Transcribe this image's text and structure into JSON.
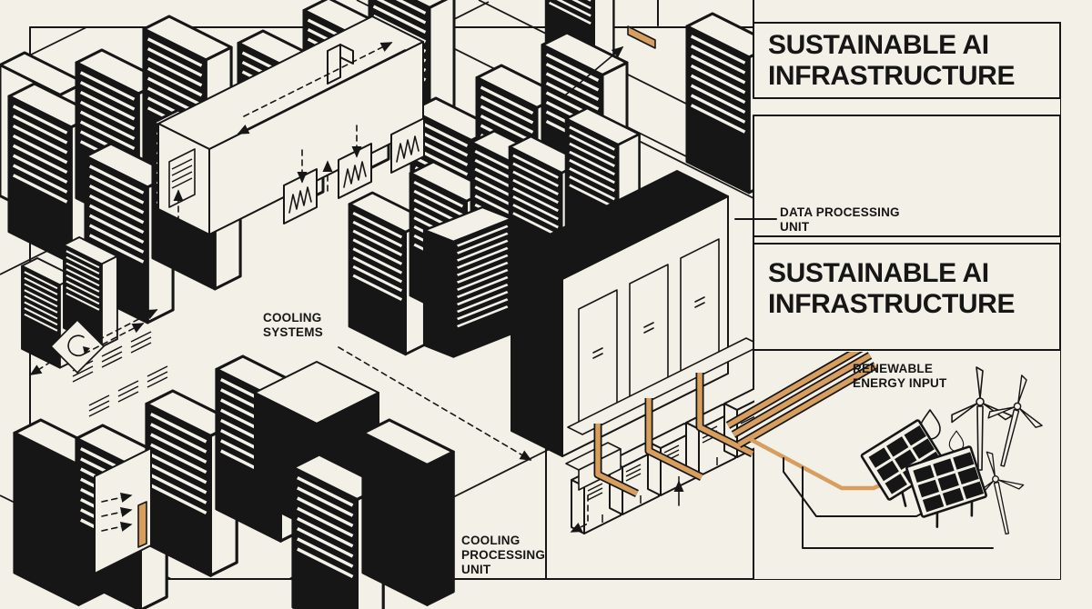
{
  "panel": {
    "title_primary": {
      "line1": "SUSTAINABLE AI",
      "line2": "INFRASTRUCTURE"
    },
    "title_secondary": {
      "line1": "SUSTAINABLE AI",
      "line2": "INFRASTRUCTURE"
    }
  },
  "labels": {
    "data_processing_unit": {
      "line1": "DATA PROCESSING",
      "line2": "UNIT"
    },
    "cooling_systems": {
      "line1": "COOLING",
      "line2": "SYSTEMS"
    },
    "cooling_processing_unit": {
      "line1": "COOLING",
      "line2": "PROCESSING",
      "line3": "UNIT"
    },
    "renewable_energy_input": {
      "line1": "RENEWABLE",
      "line2": "ENERGY INPUT"
    }
  },
  "colors": {
    "paper": "#f2f0e7",
    "ink": "#161616",
    "cable": "#d89e5d"
  },
  "icons": {
    "recycle_arrow": "circular-arrow",
    "cooling_coil": "zigzag-coil",
    "wind_turbine": "three-blade-turbine",
    "solar_panel": "3x3-cell-panel",
    "water_droplet": "teardrop-outline",
    "airflow_arrow": "dashed-arrow"
  }
}
